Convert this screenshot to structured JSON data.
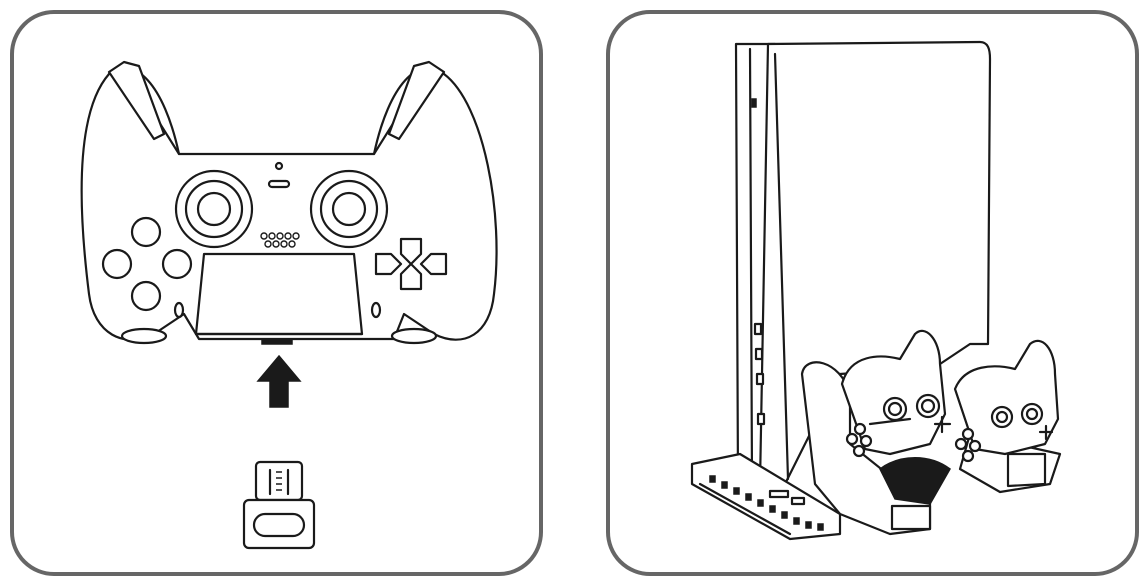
{
  "panels": [
    {
      "id": "left",
      "illustration": "controller-with-usb-c-adapter"
    },
    {
      "id": "right",
      "illustration": "console-on-charging-stand-with-two-controllers"
    }
  ],
  "colors": {
    "border": "#666666",
    "line": "#1a1a1a",
    "background": "#ffffff"
  },
  "icons": [
    "gamepad-icon",
    "up-arrow-icon",
    "usb-c-adapter-icon",
    "console-icon",
    "charging-dock-icon"
  ]
}
